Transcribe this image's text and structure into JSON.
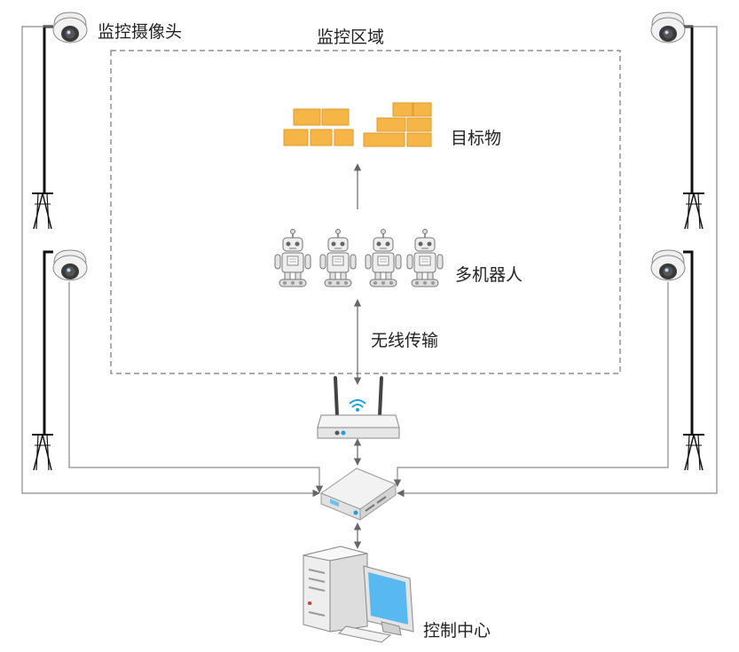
{
  "labels": {
    "camera": "监控摄像头",
    "zone": "监控区域",
    "target": "目标物",
    "robots": "多机器人",
    "wireless": "无线传输",
    "control": "控制中心"
  },
  "icons": {
    "camera": "dome-camera-icon",
    "pole": "tripod-pole-icon",
    "target": "brick-stack-icon",
    "robot": "robot-icon",
    "router": "wifi-router-icon",
    "switch": "network-switch-icon",
    "computer": "desktop-computer-icon"
  },
  "colors": {
    "brick": "#F5B547",
    "brick_edge": "#E09A2A",
    "line": "#8a8a8a",
    "wifi": "#1E9FE0",
    "screen": "#58B8F0"
  }
}
